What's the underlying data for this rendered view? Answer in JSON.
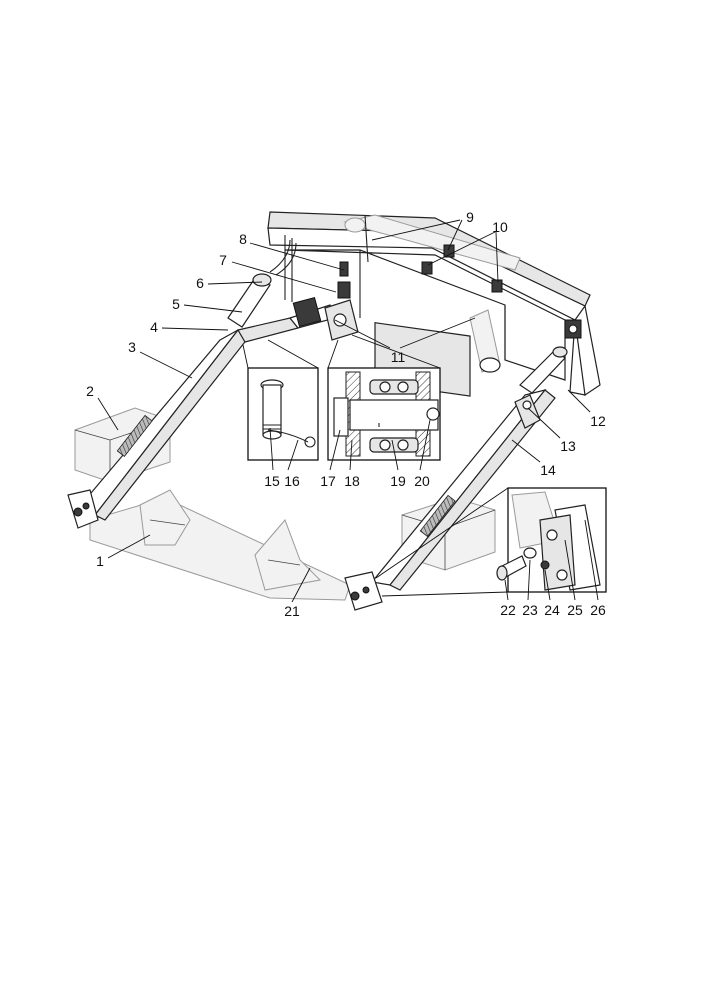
{
  "callouts": [
    {
      "label": "1"
    },
    {
      "label": "2"
    },
    {
      "label": "3"
    },
    {
      "label": "4"
    },
    {
      "label": "5"
    },
    {
      "label": "6"
    },
    {
      "label": "7"
    },
    {
      "label": "8"
    },
    {
      "label": "9"
    },
    {
      "label": "10"
    },
    {
      "label": "11"
    },
    {
      "label": "12"
    },
    {
      "label": "13"
    },
    {
      "label": "14"
    },
    {
      "label": "15"
    },
    {
      "label": "16"
    },
    {
      "label": "17"
    },
    {
      "label": "18"
    },
    {
      "label": "19"
    },
    {
      "label": "20"
    },
    {
      "label": "21"
    },
    {
      "label": "22"
    },
    {
      "label": "23"
    },
    {
      "label": "24"
    },
    {
      "label": "25"
    },
    {
      "label": "26"
    }
  ]
}
